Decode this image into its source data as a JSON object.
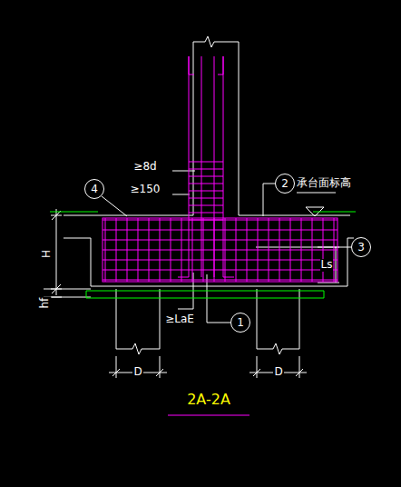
{
  "diagram": {
    "title": "2A-2A",
    "nodes": [
      {
        "text": [
          "4"
        ]
      },
      {
        "text": [
          "2"
        ]
      },
      {
        "text": [
          "3"
        ]
      },
      {
        "text": [
          "1"
        ]
      }
    ],
    "labels": [
      "≥8d",
      "≥150",
      "承台面标高",
      "H",
      "hf",
      "Ls",
      "≥LaE",
      "D",
      "D"
    ]
  }
}
